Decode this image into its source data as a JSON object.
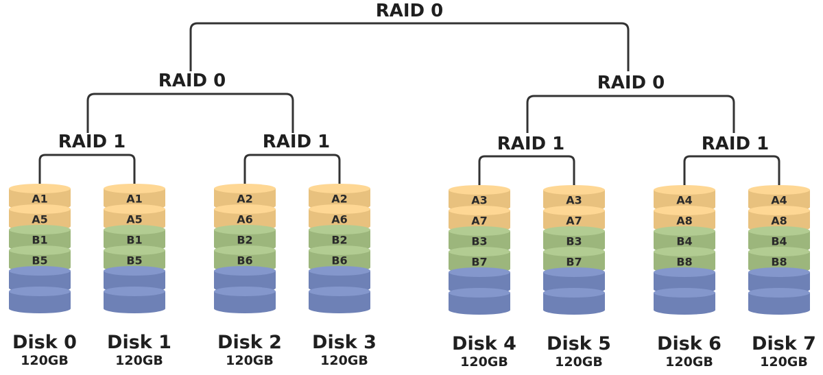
{
  "nodes": {
    "top": {
      "label": "RAID 0"
    },
    "left_stripe": {
      "label": "RAID 0"
    },
    "right_stripe": {
      "label": "RAID 0"
    },
    "mirror_1": {
      "label": "RAID 1"
    },
    "mirror_2": {
      "label": "RAID 1"
    },
    "mirror_3": {
      "label": "RAID 1"
    },
    "mirror_4": {
      "label": "RAID 1"
    }
  },
  "disks": [
    {
      "name": "Disk 0",
      "size": "120GB",
      "blocks": [
        "A1",
        "A5",
        "B1",
        "B5"
      ]
    },
    {
      "name": "Disk 1",
      "size": "120GB",
      "blocks": [
        "A1",
        "A5",
        "B1",
        "B5"
      ]
    },
    {
      "name": "Disk 2",
      "size": "120GB",
      "blocks": [
        "A2",
        "A6",
        "B2",
        "B6"
      ]
    },
    {
      "name": "Disk 3",
      "size": "120GB",
      "blocks": [
        "A2",
        "A6",
        "B2",
        "B6"
      ]
    },
    {
      "name": "Disk 4",
      "size": "120GB",
      "blocks": [
        "A3",
        "A7",
        "B3",
        "B7"
      ]
    },
    {
      "name": "Disk 5",
      "size": "120GB",
      "blocks": [
        "A3",
        "A7",
        "B3",
        "B7"
      ]
    },
    {
      "name": "Disk 6",
      "size": "120GB",
      "blocks": [
        "A4",
        "A8",
        "B4",
        "B8"
      ]
    },
    {
      "name": "Disk 7",
      "size": "120GB",
      "blocks": [
        "A4",
        "A8",
        "B4",
        "B8"
      ]
    }
  ],
  "colors": {
    "a_blocks": "#e8c17e",
    "b_blocks": "#9cb67c",
    "free_space": "#6e81b6",
    "connector": "#333333"
  }
}
